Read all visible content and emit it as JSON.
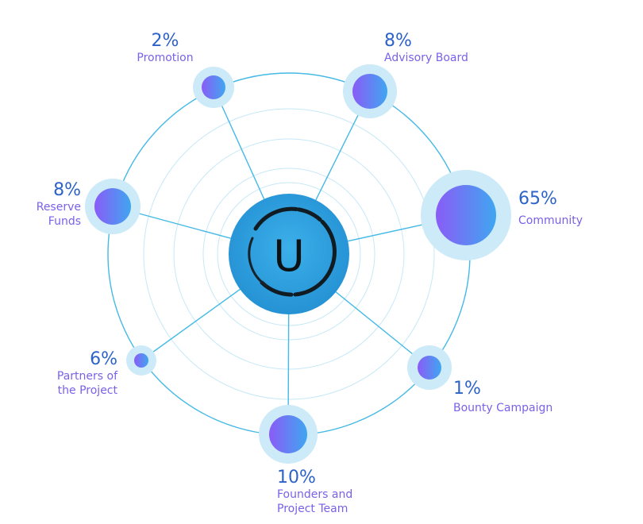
{
  "hub": {
    "letter": "U"
  },
  "segments": [
    {
      "id": "promotion",
      "percent": "2%",
      "label_lines": [
        "Promotion"
      ]
    },
    {
      "id": "advisory-board",
      "percent": "8%",
      "label_lines": [
        "Advisory Board"
      ]
    },
    {
      "id": "community",
      "percent": "65%",
      "label_lines": [
        "Community"
      ]
    },
    {
      "id": "bounty-campaign",
      "percent": "1%",
      "label_lines": [
        "Bounty Campaign"
      ]
    },
    {
      "id": "founders-team",
      "percent": "10%",
      "label_lines": [
        "Founders and",
        "Project Team"
      ]
    },
    {
      "id": "partners",
      "percent": "6%",
      "label_lines": [
        "Partners of",
        "the Project"
      ]
    },
    {
      "id": "reserve-funds",
      "percent": "8%",
      "label_lines": [
        "Reserve",
        "Funds"
      ]
    }
  ],
  "colors": {
    "ring": "#45b9e6",
    "inner_ring": "#c6e8f7",
    "halo": "#cdeaf8",
    "node_start": "#8a5cf7",
    "node_end": "#3fa6f0",
    "hub": "#2fa0de",
    "percent_text": "#2d62c9",
    "label_text": "#7a61e8"
  }
}
